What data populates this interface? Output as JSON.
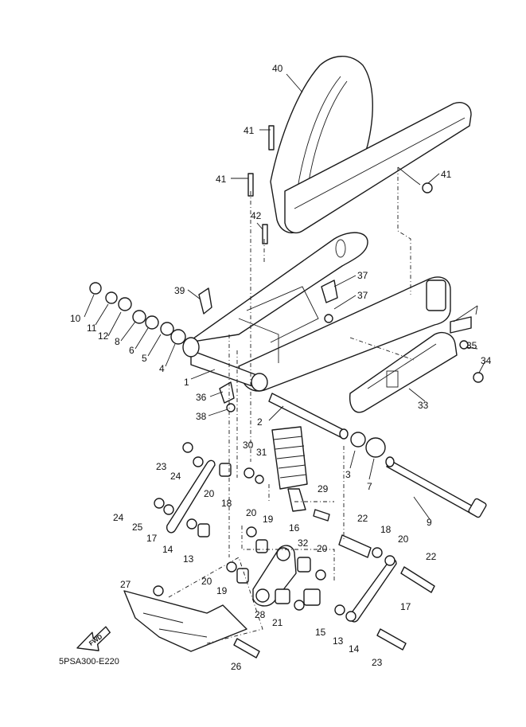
{
  "diagram_code": "5PSA300-E220",
  "fwd_label": "FWD",
  "callouts": [
    "1",
    "2",
    "3",
    "4",
    "5",
    "6",
    "7",
    "8",
    "9",
    "10",
    "11",
    "12",
    "13",
    "13",
    "14",
    "14",
    "15",
    "16",
    "17",
    "17",
    "18",
    "18",
    "19",
    "19",
    "20",
    "20",
    "20",
    "20",
    "20",
    "21",
    "22",
    "22",
    "23",
    "23",
    "24",
    "24",
    "25",
    "26",
    "27",
    "28",
    "29",
    "30",
    "31",
    "32",
    "33",
    "34",
    "35",
    "36",
    "37",
    "37",
    "38",
    "39",
    "40",
    "41",
    "41",
    "41",
    "42"
  ]
}
